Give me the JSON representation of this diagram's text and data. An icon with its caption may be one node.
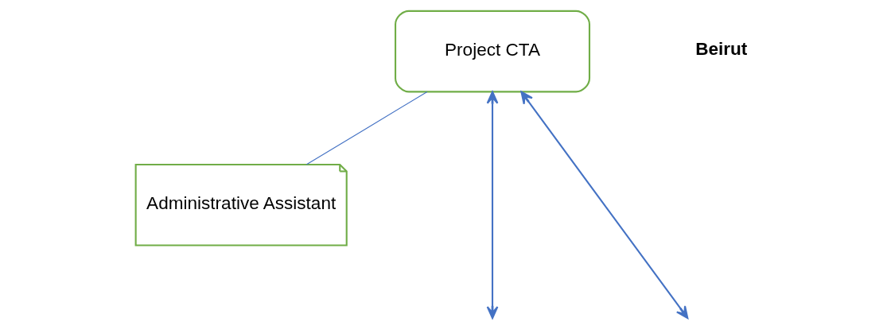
{
  "diagram": {
    "nodes": [
      {
        "text": [
          "Project CTA"
        ]
      },
      {
        "text": [
          "Administrative Assistant"
        ]
      }
    ],
    "edges": [
      {
        "from": 0,
        "to": null,
        "arrow": "both"
      },
      {
        "from": 0,
        "to": null,
        "arrow": "both"
      },
      {
        "from": 0,
        "to": 1,
        "arrow": "none"
      }
    ],
    "labels": [
      "Beirut"
    ]
  }
}
